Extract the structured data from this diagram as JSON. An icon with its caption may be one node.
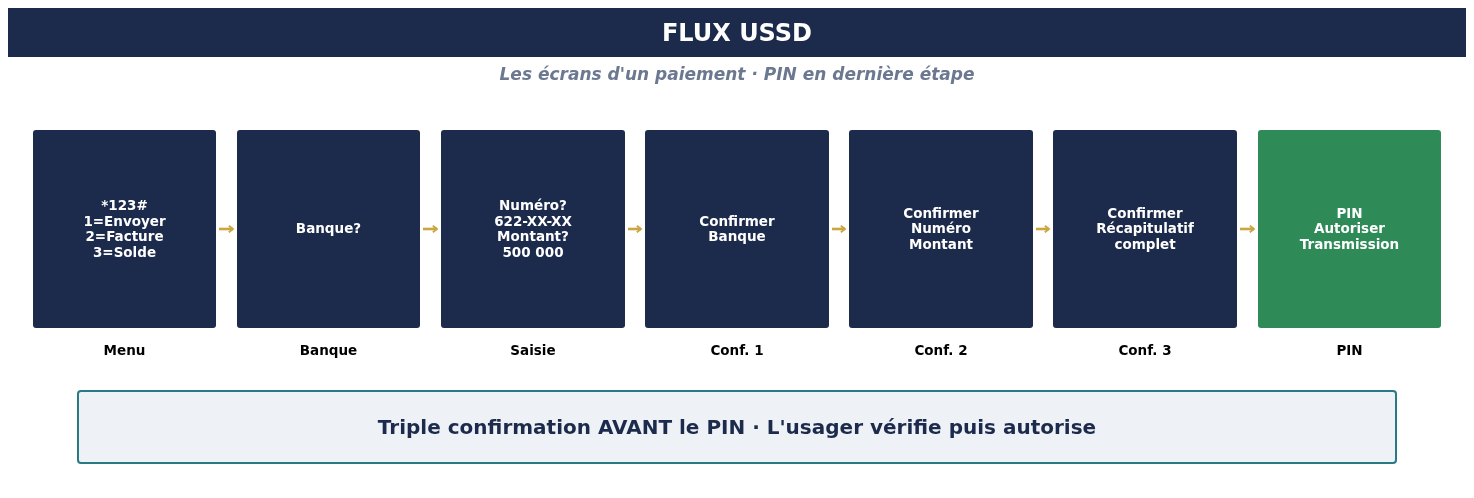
{
  "diagram": {
    "title": "FLUX USSD",
    "nodes": [
      {
        "text": [
          "*123#",
          "1=Envoyer",
          "2=Facture",
          "3=Solde"
        ],
        "beside": [
          "Menu"
        ]
      },
      {
        "text": [
          "Banque?"
        ],
        "beside": [
          "Banque"
        ]
      },
      {
        "text": [
          "Numéro?",
          "622-XX-XX",
          "Montant?",
          "500 000"
        ],
        "beside": [
          "Saisie"
        ]
      },
      {
        "text": [
          "Confirmer",
          "Banque"
        ],
        "beside": [
          "Conf. 1"
        ]
      },
      {
        "text": [
          "Confirmer",
          "Numéro",
          "Montant"
        ],
        "beside": [
          "Conf. 2"
        ]
      },
      {
        "text": [
          "Confirmer",
          "Récapitulatif complet"
        ],
        "beside": [
          "Conf. 3"
        ]
      },
      {
        "text": [
          "PIN",
          "Autoriser",
          "Transmission"
        ],
        "beside": [
          "PIN"
        ]
      },
      {
        "text": [
          "Triple confirmation AVANT le PIN · L'usager vérifie puis autorise"
        ]
      }
    ],
    "edges": [
      {
        "from": 0,
        "to": 1,
        "arrow": "to"
      },
      {
        "from": 1,
        "to": 2,
        "arrow": "to"
      },
      {
        "from": 2,
        "to": 3,
        "arrow": "to"
      },
      {
        "from": 3,
        "to": 4,
        "arrow": "to"
      },
      {
        "from": 4,
        "to": 5,
        "arrow": "to"
      },
      {
        "from": 5,
        "to": 6,
        "arrow": "to"
      }
    ],
    "labels": [
      "Les écrans d'un paiement · PIN en dernière étape"
    ]
  }
}
